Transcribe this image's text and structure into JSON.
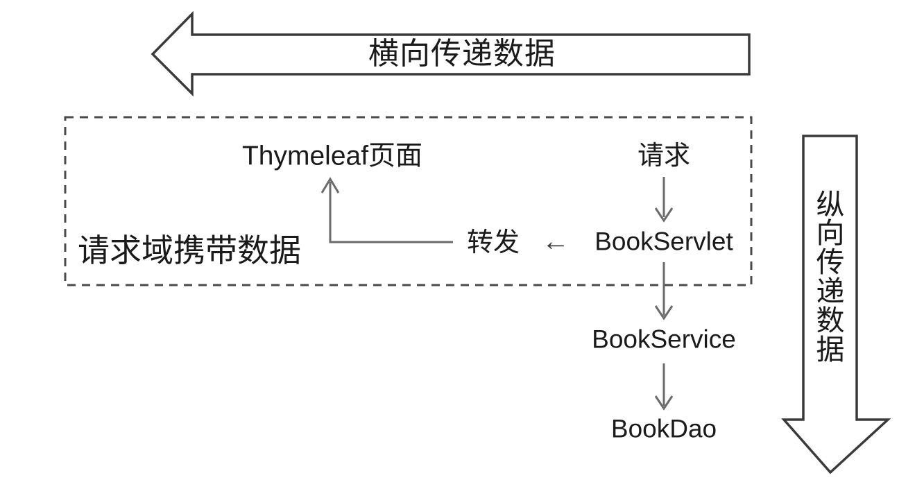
{
  "diagram": {
    "title_horizontal_banner": "横向传递数据",
    "title_vertical_banner": "纵向传递数据",
    "vertical_banner_chars": [
      "纵",
      "向",
      "传",
      "递",
      "数",
      "据"
    ],
    "scope_box_label": "请求域携带数据",
    "nodes": {
      "view": "Thymeleaf页面",
      "request": "请求",
      "forward": "转发",
      "servlet": "BookServlet",
      "service": "BookService",
      "dao": "BookDao"
    },
    "arrow_glyphs": {
      "left_arrow": "←"
    },
    "colors": {
      "stroke": "#3a3a3a",
      "connector": "#595959",
      "text": "#1a1a1a",
      "background": "#ffffff",
      "dashed_border": "#4a4a4a"
    }
  }
}
